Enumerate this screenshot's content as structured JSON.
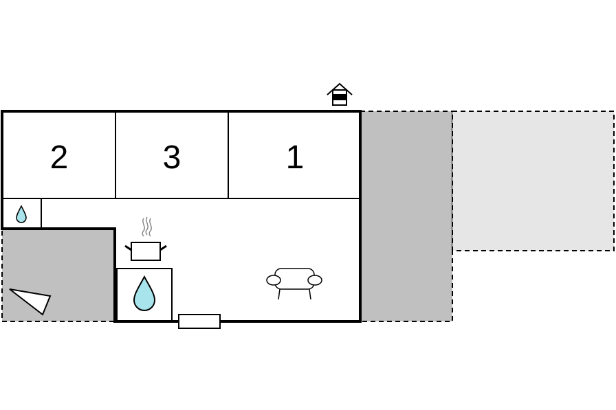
{
  "floor_plan": {
    "rooms": [
      {
        "id": "bedroom-2",
        "label": "2"
      },
      {
        "id": "bedroom-3",
        "label": "3"
      },
      {
        "id": "bedroom-1",
        "label": "1"
      }
    ],
    "icons": {
      "entrance": "house-entrance-icon",
      "shower": "water-drop-icon",
      "toilet": "water-drop-icon",
      "kitchen": "cooking-pot-icon",
      "living": "sofa-icon",
      "fireplace": "stove-icon"
    },
    "colors": {
      "wall": "#000000",
      "terrace_dark": "#c0c0c0",
      "terrace_light": "#e6e6e6",
      "water": "#a8e4ec",
      "background": "#ffffff"
    }
  }
}
